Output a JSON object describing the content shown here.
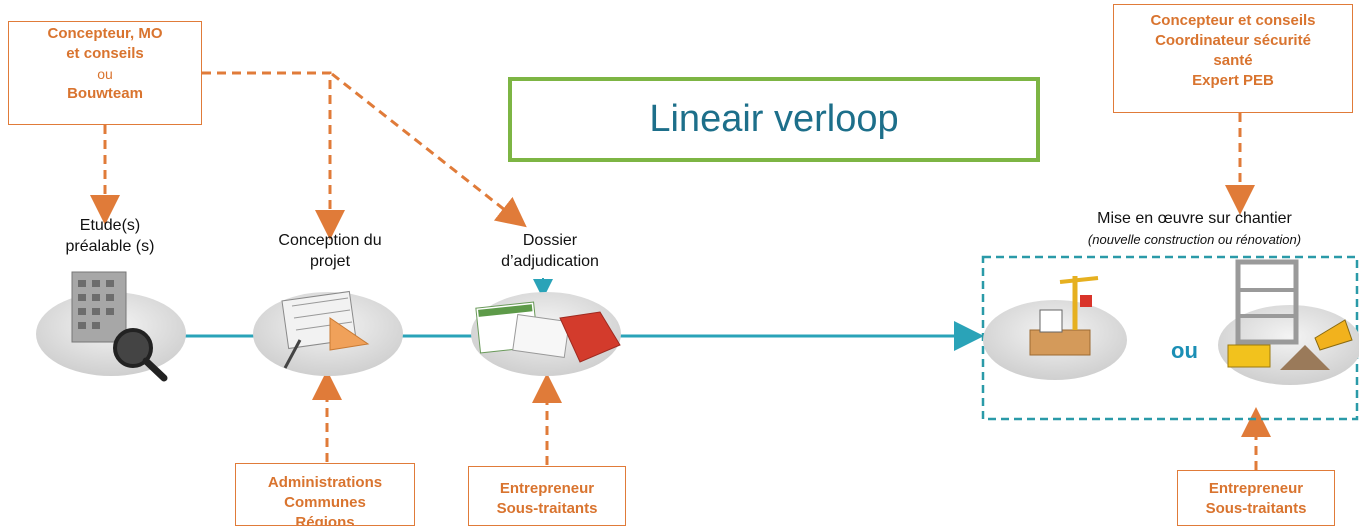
{
  "title": "Lineair verloop",
  "top_left_box": {
    "line1": "Concepteur, MO",
    "line2": "et conseils",
    "line3": "ou",
    "line4": "Bouwteam"
  },
  "top_right_box": {
    "line1": "Concepteur et conseils",
    "line2": "Coordinateur sécurité",
    "line3": "santé",
    "line4": "Expert PEB"
  },
  "stages": {
    "etude": {
      "line1": "Etude(s)",
      "line2": "préalable (s)"
    },
    "conception": {
      "line1": "Conception du",
      "line2": "projet"
    },
    "dossier": {
      "line1": "Dossier",
      "line2": "d’adjudication"
    },
    "chantier": {
      "line1": "Mise en œuvre sur chantier",
      "line2": "(nouvelle construction ou rénovation)"
    }
  },
  "bottom_boxes": {
    "administrations": {
      "line1": "Administrations",
      "line2": "Communes",
      "line3": "Régions"
    },
    "entrepreneur1": {
      "line1": "Entrepreneur",
      "line2": "Sous-traitants"
    },
    "entrepreneur2": {
      "line1": "Entrepreneur",
      "line2": "Sous-traitants"
    }
  },
  "ou_label": "ou",
  "colors": {
    "orange": "#e07b39",
    "teal": "#2aa3b8",
    "green": "#7db544",
    "title_text": "#1d6f8a"
  }
}
